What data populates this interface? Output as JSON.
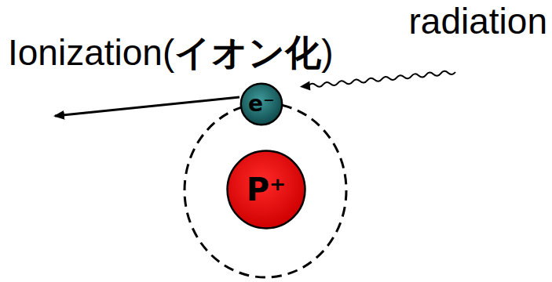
{
  "diagram": {
    "nodes": [
      {
        "text": [
          "e⁻"
        ]
      },
      {
        "text": [
          "P⁺"
        ]
      }
    ],
    "labels": [
      "Ionization(イオン化)",
      "radiation"
    ]
  }
}
